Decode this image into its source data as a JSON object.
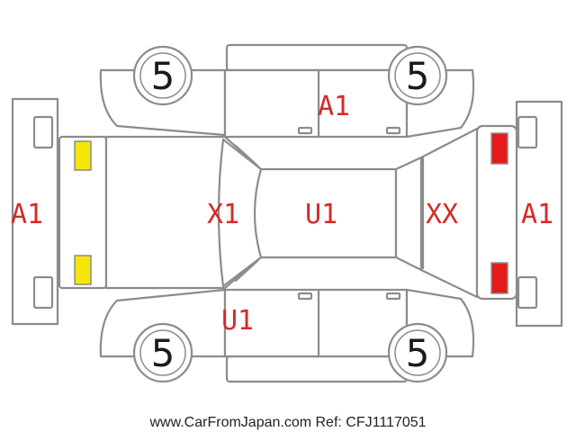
{
  "colors": {
    "outline": "#8c8c8c",
    "code_text": "#d42a2a",
    "front_lamp": "#f5e60a",
    "rear_lamp": "#e31b1b",
    "tread_text": "#1a1a1a"
  },
  "damage_codes": {
    "front_bumper": "A1",
    "bonnet": "X1",
    "roof": "U1",
    "rear_glass": "XX",
    "rear_bumper": "A1",
    "right_doors": "A1",
    "left_doors": "U1"
  },
  "tires": {
    "front_right": "5",
    "rear_right": "5",
    "front_left": "5",
    "rear_left": "5"
  },
  "footer": "www.CarFromJapan.com Ref: CFJ1117051"
}
